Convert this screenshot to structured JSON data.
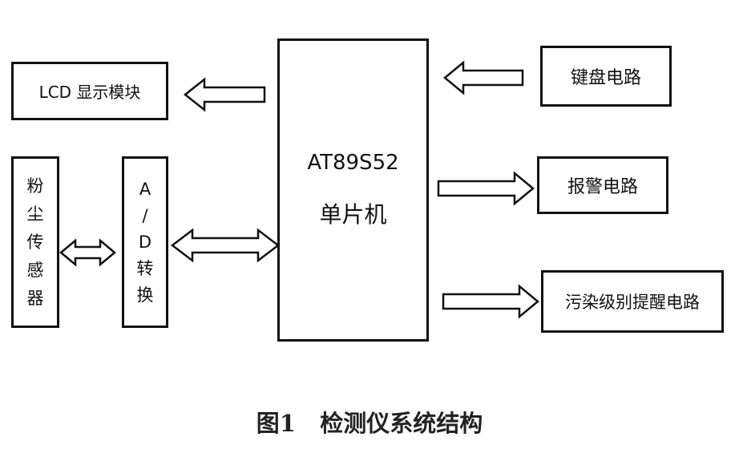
{
  "colors": {
    "stroke": "#111111",
    "background": "#ffffff",
    "caption": "#222222"
  },
  "blocks": {
    "lcd": {
      "label": "LCD 显示模块"
    },
    "mcu": {
      "model": "AT89S52",
      "name": "单片机"
    },
    "keyboard": {
      "label": "键盘电路"
    },
    "alarm": {
      "label": "报警电路"
    },
    "pollution": {
      "label": "污染级别提醒电路"
    },
    "dust_sensor": {
      "chars": [
        "粉",
        "尘",
        "传",
        "感",
        "器"
      ]
    },
    "adc": {
      "chars": [
        "A",
        "/",
        "D",
        "转",
        "换"
      ]
    }
  },
  "connections": [
    {
      "from": "mcu",
      "to": "lcd",
      "direction": "one-way"
    },
    {
      "from": "keyboard",
      "to": "mcu",
      "direction": "one-way"
    },
    {
      "from": "mcu",
      "to": "alarm",
      "direction": "one-way"
    },
    {
      "from": "mcu",
      "to": "pollution",
      "direction": "one-way"
    },
    {
      "from": "dust_sensor",
      "to": "adc",
      "direction": "two-way"
    },
    {
      "from": "adc",
      "to": "mcu",
      "direction": "two-way"
    }
  ],
  "caption": {
    "figure_number": "图1",
    "title": "检测仪系统结构"
  }
}
